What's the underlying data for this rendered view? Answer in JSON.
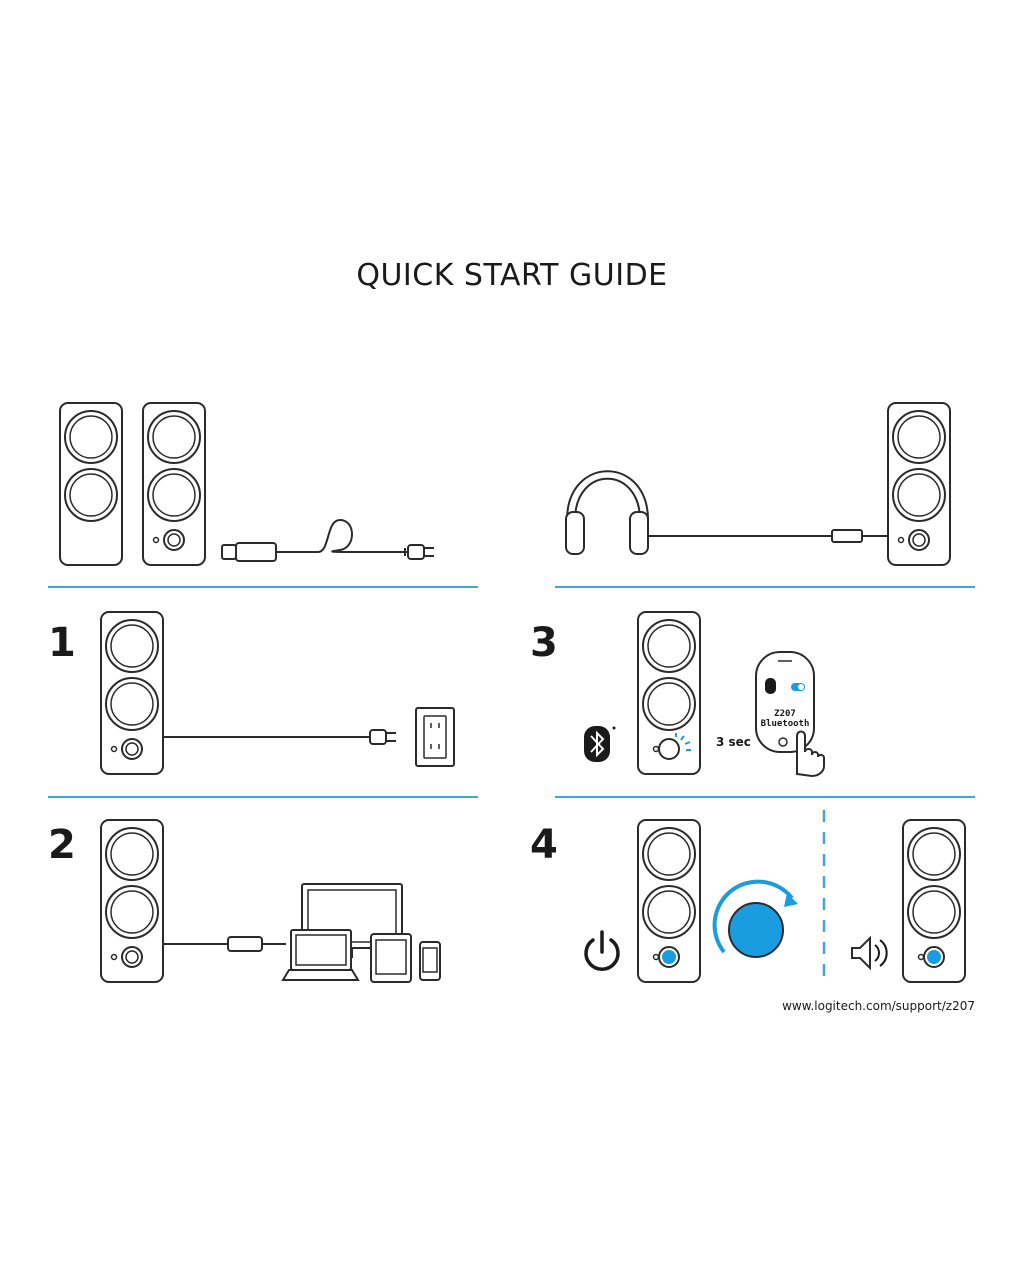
{
  "header": {
    "title": "QUICK START GUIDE"
  },
  "steps": [
    {
      "number": "1"
    },
    {
      "number": "2"
    },
    {
      "number": "3",
      "duration_label": "3 sec",
      "phone_line1": "Z207",
      "phone_line2": "Bluetooth"
    },
    {
      "number": "4"
    }
  ],
  "footer": {
    "url": "www.logitech.com/support/z207"
  },
  "colors": {
    "accent": "#1a9de0",
    "divider": "#3ea8d8",
    "ink": "#2b2b2b"
  }
}
